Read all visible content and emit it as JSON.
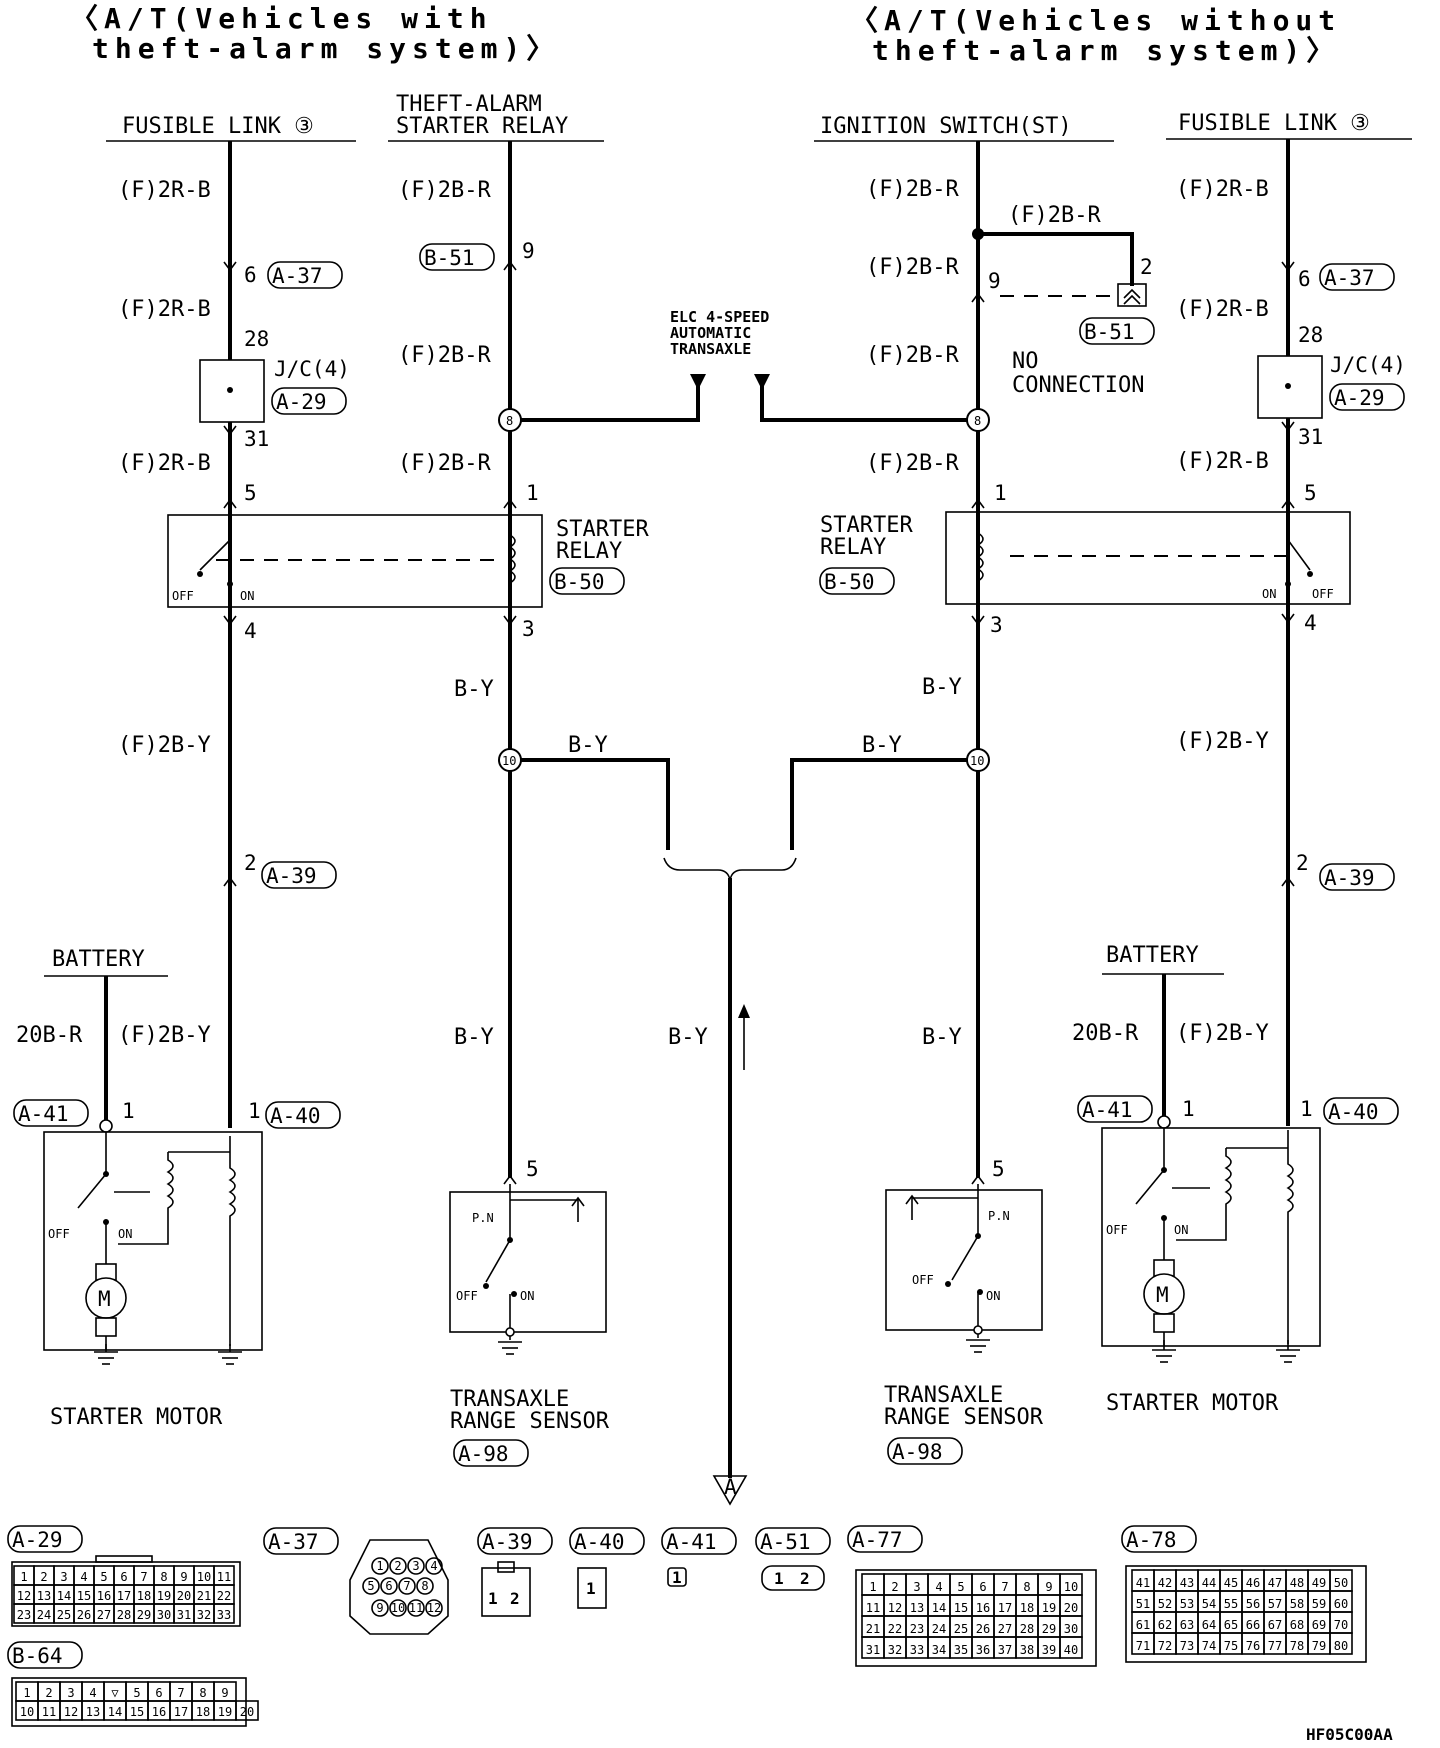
{
  "titles": {
    "left_line1": "〈A/T(Vehicles with",
    "left_line2": "theft-alarm system)〉",
    "right_line1": "〈A/T(Vehicles without",
    "right_line2": "theft-alarm system)〉"
  },
  "headers": {
    "fusible_link_left": "FUSIBLE LINK ③",
    "theft_relay_line1": "THEFT-ALARM",
    "theft_relay_line2": "STARTER RELAY",
    "ignition_switch": "IGNITION SWITCH(ST)",
    "fusible_link_right": "FUSIBLE LINK ③"
  },
  "wires": {
    "f_2r_b": "(F)2R-B",
    "f_2b_r": "(F)2B-R",
    "f_2b_y": "(F)2B-Y",
    "b_y": "B-Y",
    "w20b_r": "20B-R"
  },
  "connectors": {
    "a37": "A-37",
    "a29": "A-29",
    "a39": "A-39",
    "a40": "A-40",
    "a41": "A-41",
    "a51": "A-51",
    "a77": "A-77",
    "a78": "A-78",
    "a98": "A-98",
    "b50": "B-50",
    "b51": "B-51",
    "b64": "B-64"
  },
  "pins": {
    "p1": "1",
    "p2": "2",
    "p3": "3",
    "p4": "4",
    "p5": "5",
    "p6": "6",
    "p9": "9",
    "p28": "28",
    "p31": "31",
    "p8": "8",
    "p10": "10"
  },
  "components": {
    "jc": "J/C(4)",
    "starter_relay_l1": "STARTER",
    "starter_relay_l2": "RELAY",
    "elc_l1": "ELC 4-SPEED",
    "elc_l2": "AUTOMATIC",
    "elc_l3": "TRANSAXLE",
    "no_conn_l1": "NO",
    "no_conn_l2": "CONNECTION",
    "battery": "BATTERY",
    "starter_motor": "STARTER MOTOR",
    "trs_l1": "TRANSAXLE",
    "trs_l2": "RANGE SENSOR",
    "off": "OFF",
    "on": "ON",
    "pn": "P.N",
    "motor": "M",
    "arrow_a": "A"
  },
  "footer_code": "HF05C00AA"
}
